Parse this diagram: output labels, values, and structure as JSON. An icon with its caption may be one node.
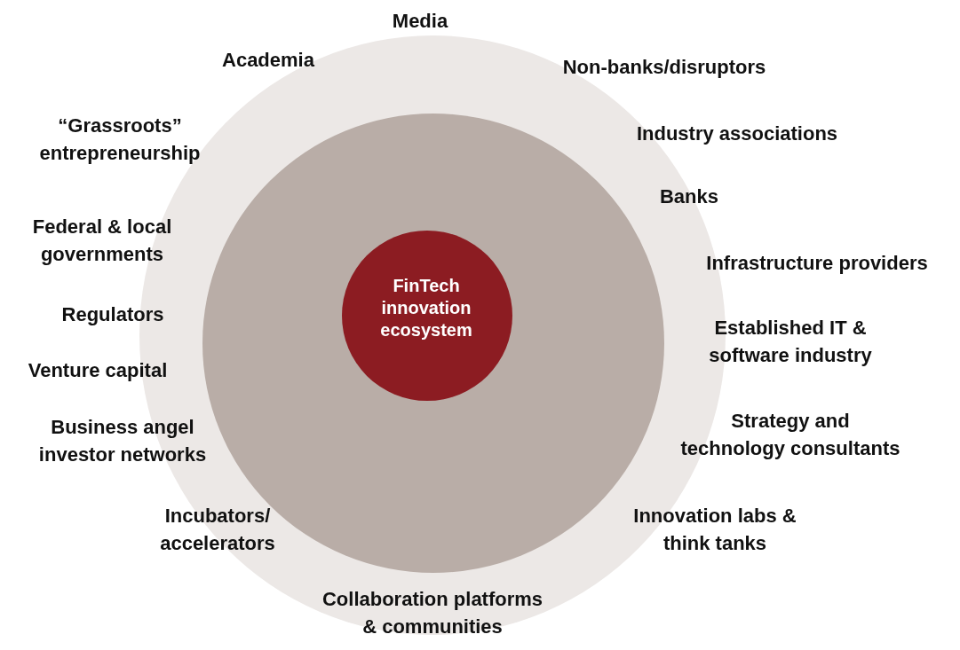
{
  "diagram": {
    "nodes": [
      {
        "text": [],
        "shape": "circle"
      },
      {
        "text": [],
        "shape": "circle",
        "in": 0
      },
      {
        "text": [
          "FinTech innovation ecosystem"
        ],
        "in": 1
      }
    ],
    "labels": [
      "Media",
      "Academia",
      "Non-banks/disruptors",
      "“Grassroots” entrepreneurship",
      "Industry associations",
      "Banks",
      "Federal & local governments",
      "Infrastructure providers",
      "Regulators",
      "Established IT & software industry",
      "Venture capital",
      "Business angel investor networks",
      "Strategy and technology consultants",
      "Incubators/ accelerators",
      "Innovation labs & think tanks",
      "Collaboration platforms & communities"
    ]
  }
}
